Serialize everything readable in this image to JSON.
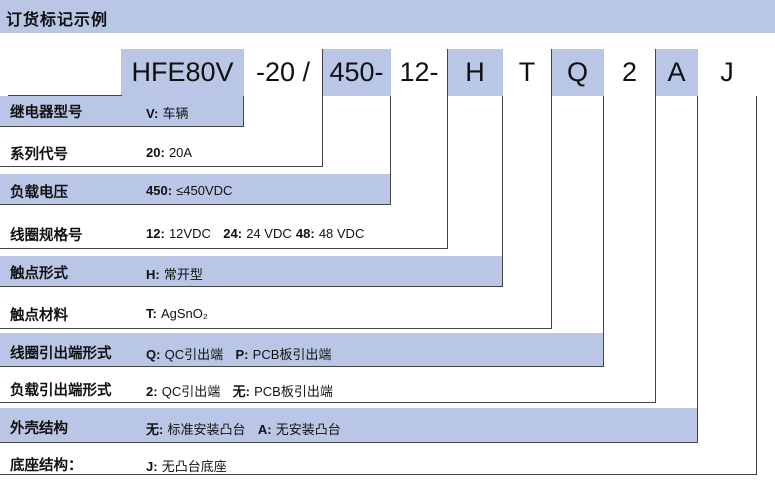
{
  "header": {
    "title": "订货标记示例"
  },
  "codes": [
    "HFE80V",
    "-20 /",
    "450-",
    "12-",
    "H",
    "T",
    "Q",
    "2",
    "A",
    "J"
  ],
  "rows": [
    {
      "label": "继电器型号",
      "items": [
        {
          "key": "V:",
          "text": "车辆"
        }
      ]
    },
    {
      "label": "系列代号",
      "items": [
        {
          "key": "20:",
          "text": "20A"
        }
      ]
    },
    {
      "label": "负载电压",
      "items": [
        {
          "key": "450:",
          "text": "≤450VDC"
        }
      ]
    },
    {
      "label": "线圈规格号",
      "items": [
        {
          "key": "12:",
          "text": "12VDC"
        },
        {
          "key": "24:",
          "text": "24 VDC"
        },
        {
          "key": "48:",
          "text": "48 VDC"
        }
      ]
    },
    {
      "label": "触点形式",
      "items": [
        {
          "key": "H:",
          "text": "常开型"
        }
      ]
    },
    {
      "label": "触点材料",
      "items": [
        {
          "key": "T:",
          "text": "AgSnO₂"
        }
      ]
    },
    {
      "label": "线圈引出端形式",
      "items": [
        {
          "key": "Q:",
          "text": "QC引出端"
        },
        {
          "key": "P:",
          "text": "PCB板引出端"
        }
      ]
    },
    {
      "label": "负载引出端形式",
      "items": [
        {
          "key": "2:",
          "text": "QC引出端"
        },
        {
          "key": "无:",
          "text": "PCB板引出端"
        }
      ]
    },
    {
      "label": "外壳结构",
      "items": [
        {
          "key": "无:",
          "text": "标准安装凸台"
        },
        {
          "key": "A:",
          "text": "无安装凸台"
        }
      ]
    },
    {
      "label": "底座结构：",
      "items": [
        {
          "key": "J:",
          "text": "无凸台底座"
        }
      ]
    }
  ],
  "colors": {
    "band": "#b9c6e6",
    "line": "#444444"
  }
}
